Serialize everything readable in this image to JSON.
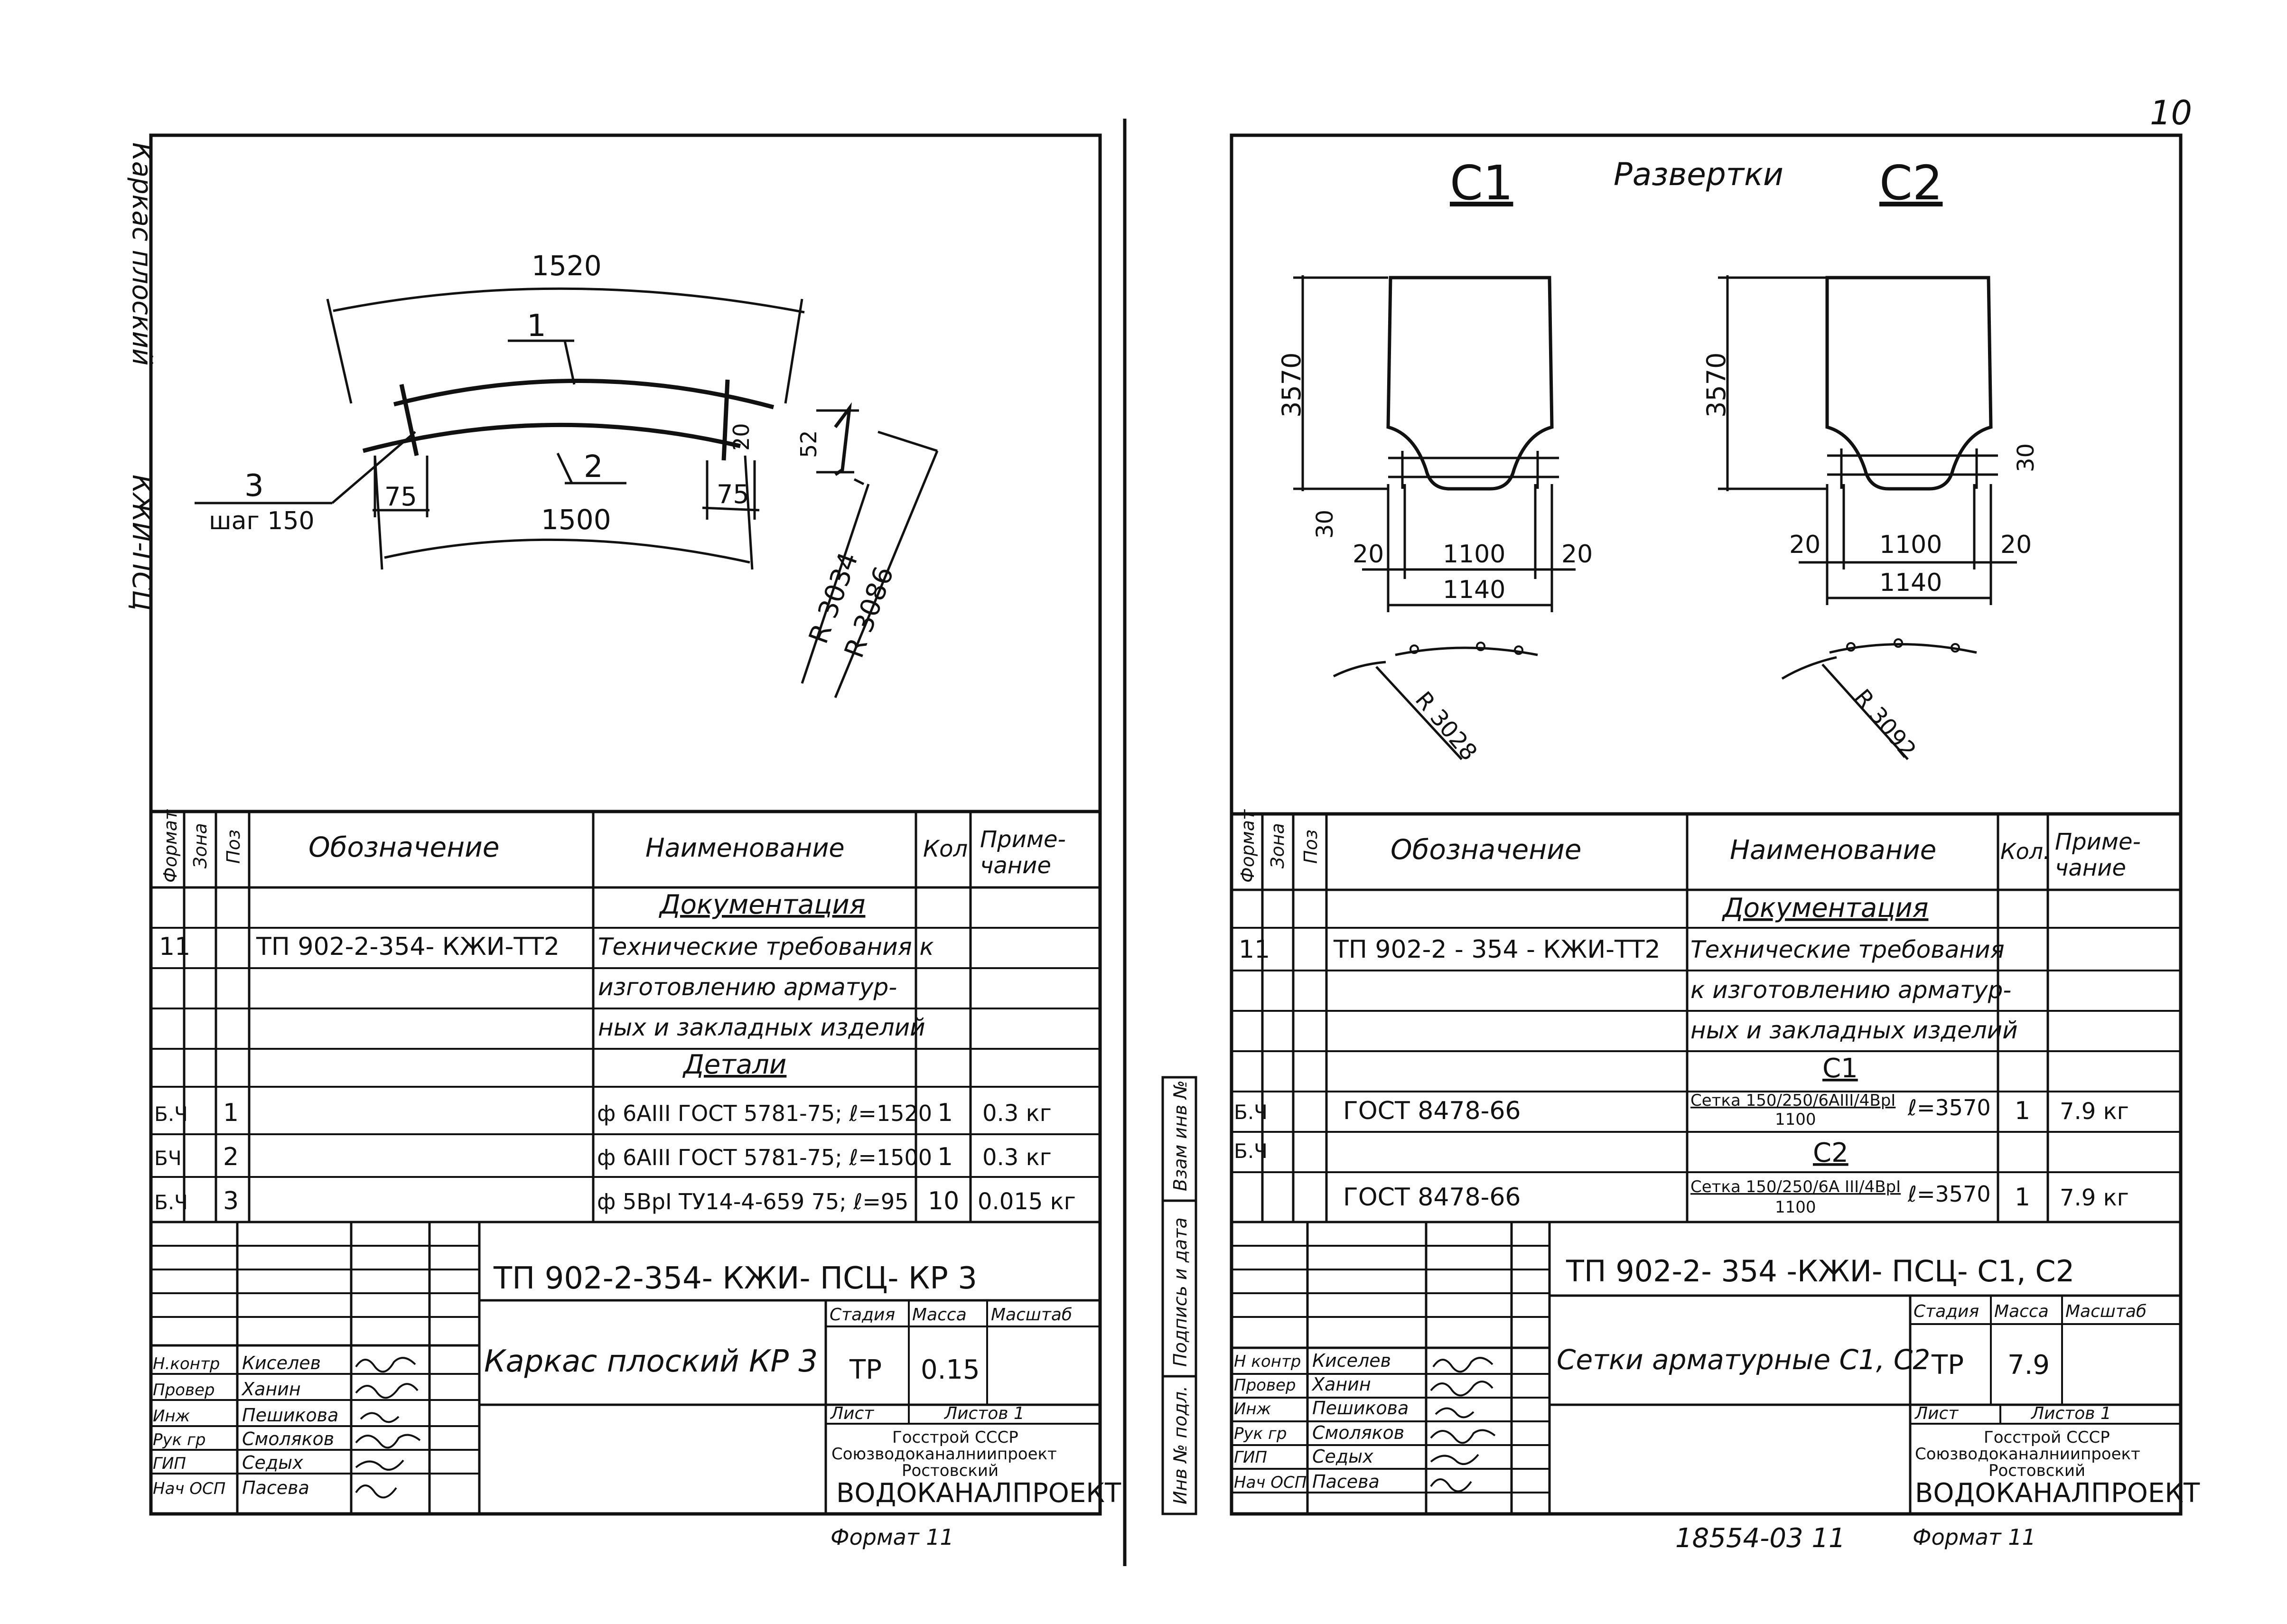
{
  "page_number": "10",
  "side_vertical": {
    "left_top": "Каркас плоский",
    "left_mid": "КЖИ-ПСЦ"
  },
  "left": {
    "drawing": {
      "dim_1520": "1520",
      "dim_1500": "1500",
      "dim_75a": "75",
      "dim_75b": "75",
      "dim_20": "20",
      "dim_52": "52",
      "pos_1": "1",
      "pos_2": "2",
      "pos_3": "3",
      "step": "шаг 150",
      "r1": "R 3034",
      "r2": "R 3086"
    },
    "headers": {
      "format": "Формат",
      "zone": "Зона",
      "pos": "Поз",
      "designation": "Обозначение",
      "name": "Наименование",
      "qty": "Кол",
      "note": "Приме-\nчание",
      "note1": "Приме-",
      "note2": "чание"
    },
    "rows": {
      "sec_doc": "Документация",
      "r1_format": "11",
      "r1_designation": "ТП 902-2-354-   КЖИ-ТТ2",
      "r1_name": "Технические требования к",
      "r2_name": "изготовлению арматур-",
      "r3_name": "ных и закладных изделий",
      "sec_det": "Детали",
      "d1_format": "Б.Ч",
      "d1_pos": "1",
      "d1_name": "ф 6АIII  ГОСТ 5781-75; ℓ=1520",
      "d1_qty": "1",
      "d1_note": "0.3 кг",
      "d2_format": "БЧ",
      "d2_pos": "2",
      "d2_name": "ф 6АIII  ГОСТ 5781-75; ℓ=1500",
      "d2_qty": "1",
      "d2_note": "0.3 кг",
      "d3_format": "Б.Ч",
      "d3_pos": "3",
      "d3_name": "ф 5ВрI  ТУ14-4-659 75; ℓ=95",
      "d3_qty": "10",
      "d3_note": "0.015 кг"
    },
    "stamp": {
      "code": "ТП 902-2-354-   КЖИ- ПСЦ- КР 3",
      "title": "Каркас плоский КР 3",
      "stage_h": "Стадия",
      "mass_h": "Масса",
      "scale_h": "Масштаб",
      "stage": "ТР",
      "mass": "0.15",
      "sheet_h": "Лист",
      "sheets_h": "Листов 1",
      "org1": "Госстрой СССР",
      "org2": "Союзводоканалниипроект",
      "org3": "Ростовский",
      "org4": "ВОДОКАНАЛПРОЕКТ",
      "roles": [
        "Н.контр",
        "Провер",
        "Инж",
        "Рук гр",
        "ГИП",
        "Нач ОСП"
      ],
      "names": [
        "Киселев",
        "Ханин",
        "Пешикова",
        "Смоляков",
        "Седых",
        "Пасева"
      ],
      "format_label": "Формат 11"
    }
  },
  "right": {
    "drawing": {
      "c1": "С1",
      "c2": "С2",
      "razv": "Развертки",
      "h1": "3570",
      "h2": "3570",
      "d30a": "30",
      "d30b": "30",
      "d20a": "20",
      "d20b": "20",
      "d20c": "20",
      "d20d": "20",
      "d1100a": "1100",
      "d1100b": "1100",
      "d1140a": "1140",
      "d1140b": "1140",
      "r1": "R 3028",
      "r2": "R 3092"
    },
    "headers": {
      "format": "Формат",
      "zone": "Зона",
      "pos": "Поз",
      "designation": "Обозначение",
      "name": "Наименование",
      "qty": "Кол.",
      "note1": "Приме-",
      "note2": "чание"
    },
    "rows": {
      "sec_doc": "Документация",
      "r1_format": "11",
      "r1_designation": "ТП 902-2 - 354 -   КЖИ-ТТ2",
      "r1_name": "Технические требования",
      "r2_name": "к изготовлению арматур-",
      "r3_name": "ных и закладных изделий",
      "sec_c1": "С1",
      "c1_format": "Б.Ч",
      "c1_designation": "ГОСТ  8478-66",
      "c1_name_top": "Сетка 150/250/6АIII/4ВрI",
      "c1_name_bot": "1100",
      "c1_len": "ℓ=3570",
      "c1_qty": "1",
      "c1_note": "7.9 кг",
      "c2_format": "Б.Ч",
      "sec_c2": "С2",
      "c2_designation": "ГОСТ  8478-66",
      "c2_name_top": "Сетка 150/250/6А III/4ВрI",
      "c2_name_bot": "1100",
      "c2_len": "ℓ=3570",
      "c2_qty": "1",
      "c2_note": "7.9 кг"
    },
    "side_labels": [
      "Инв № подл.",
      "Подпись и дата",
      "Взам инв №"
    ],
    "stamp": {
      "code": "ТП 902-2- 354   -КЖИ- ПСЦ- С1, С2",
      "title": "Сетки арматурные С1, С2",
      "stage_h": "Стадия",
      "mass_h": "Масса",
      "scale_h": "Масштаб",
      "stage": "ТР",
      "mass": "7.9",
      "sheet_h": "Лист",
      "sheets_h": "Листов 1",
      "org1": "Госстрой СССР",
      "org2": "Союзводоканалниипроект",
      "org3": "Ростовский",
      "org4": "ВОДОКАНАЛПРОЕКТ",
      "roles": [
        "Н контр",
        "Провер",
        "Инж",
        "Рук гр",
        "ГИП",
        "Нач ОСП"
      ],
      "names": [
        "Киселев",
        "Ханин",
        "Пешикова",
        "Смоляков",
        "Седых",
        "Пасева"
      ],
      "format_label": "Формат 11",
      "inv_number": "18554-03  11"
    }
  }
}
